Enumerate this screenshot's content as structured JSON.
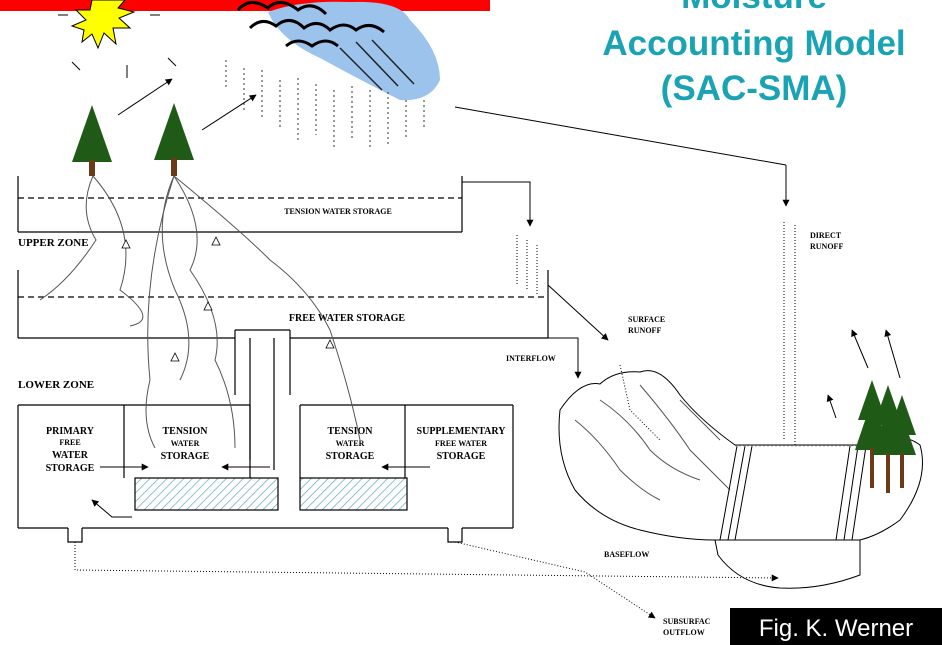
{
  "title": {
    "line1": "Moisture",
    "line2": "Accounting Model",
    "line3": "(SAC-SMA)"
  },
  "labels": {
    "tension_water_storage": "TENSION  WATER  STORAGE",
    "upper_zone": "UPPER ZONE",
    "free_water_storage": "FREE WATER STORAGE",
    "lower_zone": "LOWER ZONE",
    "primary_free_water": [
      "PRIMARY",
      "FREE",
      "WATER",
      "STORAGE"
    ],
    "tension_water_left": [
      "TENSION",
      "WATER",
      "STORAGE"
    ],
    "tension_water_right": [
      "TENSION",
      "WATER",
      "STORAGE"
    ],
    "supplementary_free_water": [
      "SUPPLEMENTARY",
      "FREE WATER",
      "STORAGE"
    ],
    "direct_runoff": [
      "DIRECT",
      "RUNOFF"
    ],
    "surface_runoff": [
      "SURFACE",
      "RUNOFF"
    ],
    "interflow": "INTERFLOW",
    "baseflow": "BASEFLOW",
    "subsurface_outflow": [
      "SUBSURFAC",
      "OUTFLOW"
    ]
  },
  "credit": "Fig. K. Werner",
  "colors": {
    "title": "#1aa3b3",
    "sun": "#ffff00",
    "cloud_rain": "#9cc3ec",
    "top_bar": "#ff0000",
    "credit_bg": "#000000",
    "hatch": "#6fa9bf",
    "tree": "#1f5a17",
    "trunk": "#6b3a17"
  },
  "icons": [
    "sun-icon",
    "rain-cloud-icon",
    "tree-icon",
    "forest-icon",
    "mountain-basin-icon"
  ]
}
